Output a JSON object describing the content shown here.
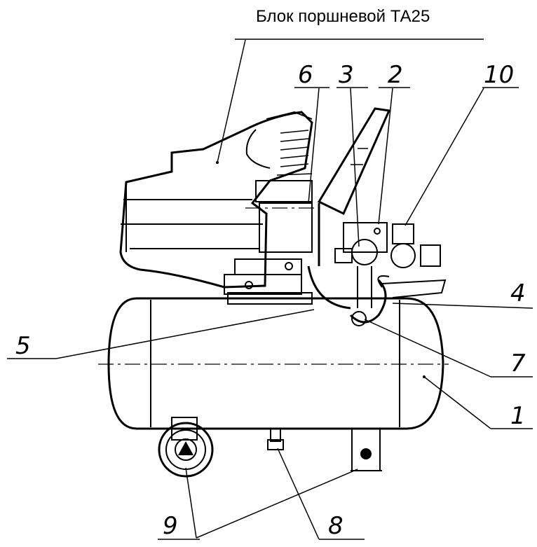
{
  "title": "Блок поршневой ТА25",
  "callouts": {
    "c1": "1",
    "c2": "2",
    "c3": "3",
    "c4": "4",
    "c5": "5",
    "c6": "6",
    "c7": "7",
    "c8": "8",
    "c9": "9",
    "c10": "10"
  }
}
